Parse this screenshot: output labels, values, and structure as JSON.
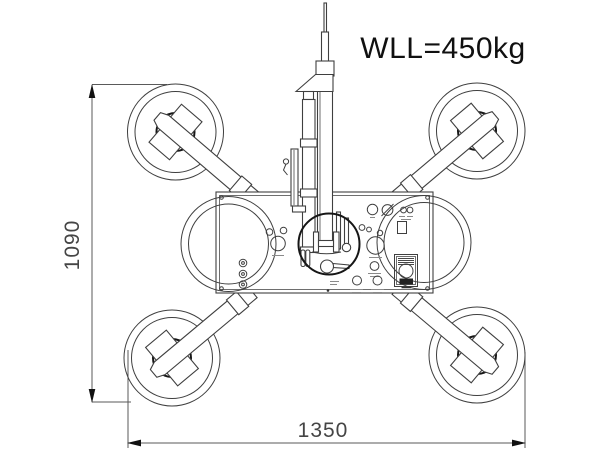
{
  "title": {
    "wll_label": "WLL=450kg"
  },
  "dimensions": {
    "height_mm": "1090",
    "width_mm": "1350"
  },
  "drawing": {
    "type": "technical-line-drawing",
    "subject": "four-pad vacuum glass lifter, plan view",
    "suction_cup_count": 4,
    "colors": {
      "background": "#ffffff",
      "line": "#3f3f3f",
      "dark_line": "#161616",
      "dimension_line": "#5a5a5a",
      "dimension_text": "#454545",
      "label_text": "#101010"
    }
  }
}
